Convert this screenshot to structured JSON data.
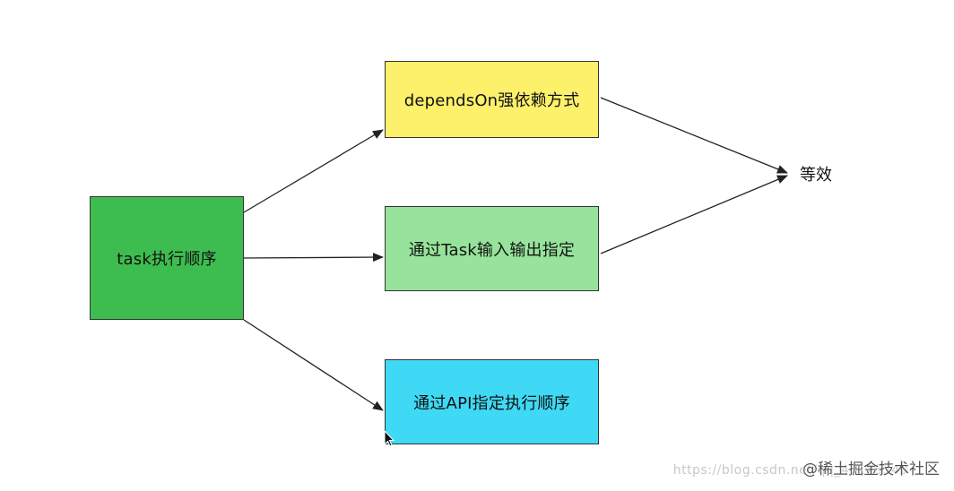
{
  "diagram": {
    "nodes": {
      "root": {
        "label": "task执行顺序",
        "fill": "#3dbd4f"
      },
      "a": {
        "label": "dependsOn强依赖方式",
        "fill": "#fdf06b"
      },
      "b": {
        "label": "通过Task输入输出指定",
        "fill": "#97e39b"
      },
      "c": {
        "label": "通过API指定执行顺序",
        "fill": "#3fd9f5"
      }
    },
    "end_label": "等效",
    "edge_color": "#222222"
  },
  "watermark": {
    "url": "https://blog.csdn.net/qq_47125349",
    "brand": "@稀土掘金技术社区"
  }
}
